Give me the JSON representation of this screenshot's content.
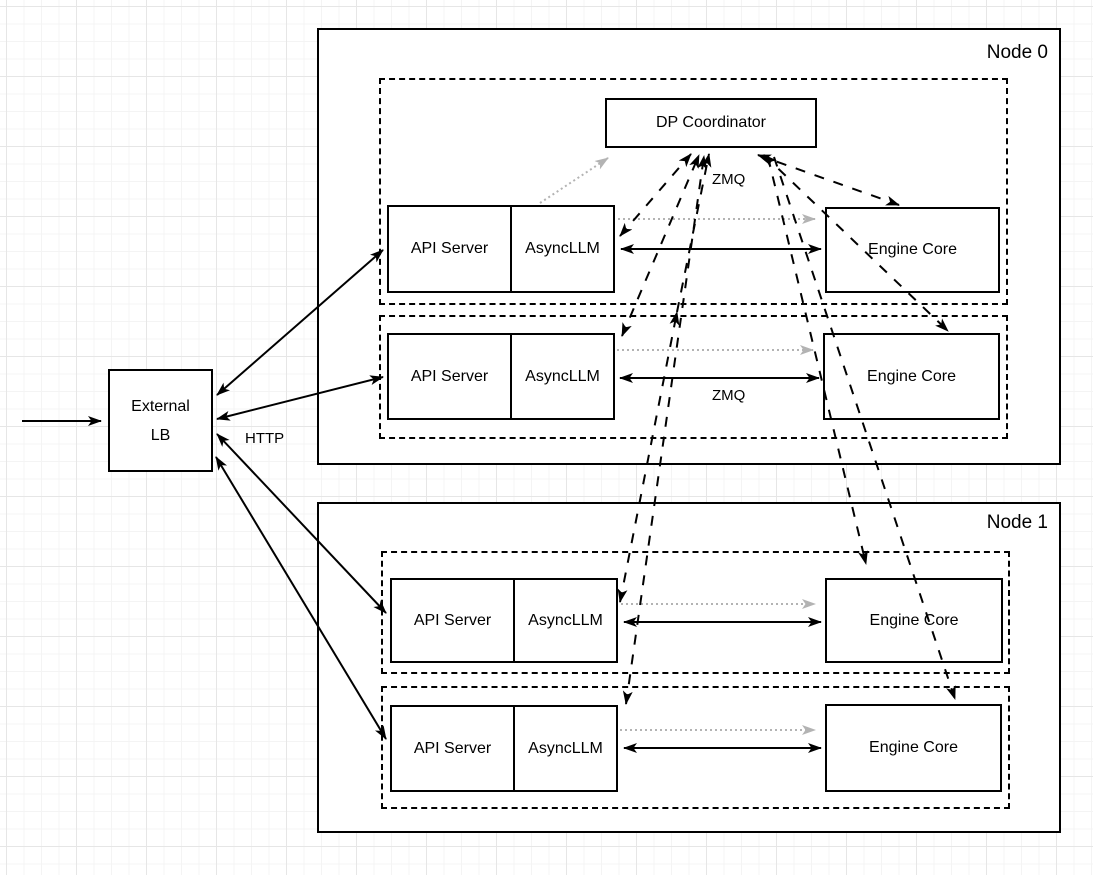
{
  "diagram_type": "architecture-diagram",
  "nodes": [
    {
      "label": "Node 0",
      "rows": [
        {
          "api_server": "API Server",
          "async_llm": "AsyncLLM",
          "engine_core": "Engine Core"
        },
        {
          "api_server": "API Server",
          "async_llm": "AsyncLLM",
          "engine_core": "Engine Core"
        }
      ]
    },
    {
      "label": "Node 1",
      "rows": [
        {
          "api_server": "API Server",
          "async_llm": "AsyncLLM",
          "engine_core": "Engine Core"
        },
        {
          "api_server": "API Server",
          "async_llm": "AsyncLLM",
          "engine_core": "Engine Core"
        }
      ]
    }
  ],
  "coordinator_label": "DP Coordinator",
  "external_lb": {
    "line1": "External",
    "line2": "LB"
  },
  "edge_labels": {
    "http": "HTTP",
    "zmq_coordinator": "ZMQ",
    "zmq_row": "ZMQ"
  },
  "colors": {
    "stroke": "#000000",
    "gray_link": "#b3b3b3",
    "background": "#ffffff",
    "grid_minor": "#f4f4f4",
    "grid_major": "#e6e6e6"
  }
}
